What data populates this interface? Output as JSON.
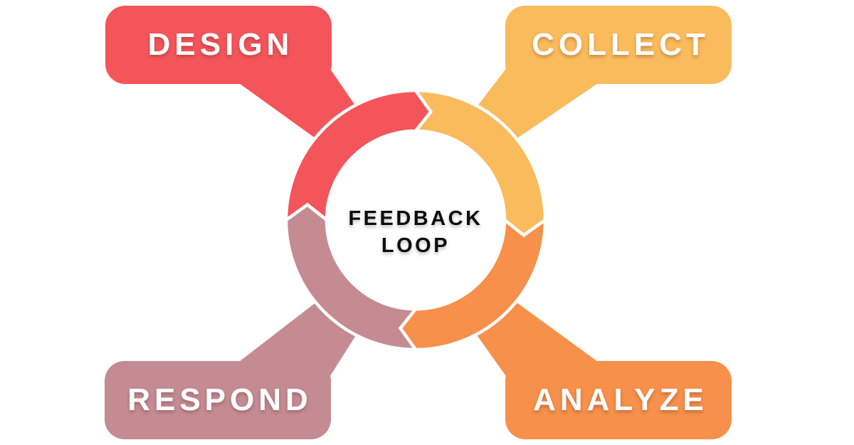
{
  "diagram": {
    "type": "cycle",
    "direction": "clockwise",
    "background": "#ffffff",
    "center_label": {
      "line1": "FEEDBACK",
      "line2": "LOOP"
    },
    "center_text_color": "#0d0d0d",
    "label_text_color": "#ffffff",
    "nodes": [
      {
        "id": "design",
        "label": "DESIGN",
        "color": "#f4555a",
        "position": "top-left"
      },
      {
        "id": "collect",
        "label": "COLLECT",
        "color": "#fabb5c",
        "position": "top-right"
      },
      {
        "id": "analyze",
        "label": "ANALYZE",
        "color": "#f6904a",
        "position": "bottom-right"
      },
      {
        "id": "respond",
        "label": "RESPOND",
        "color": "#c48b92",
        "position": "bottom-left"
      }
    ],
    "flow": [
      "design",
      "collect",
      "analyze",
      "respond"
    ]
  }
}
